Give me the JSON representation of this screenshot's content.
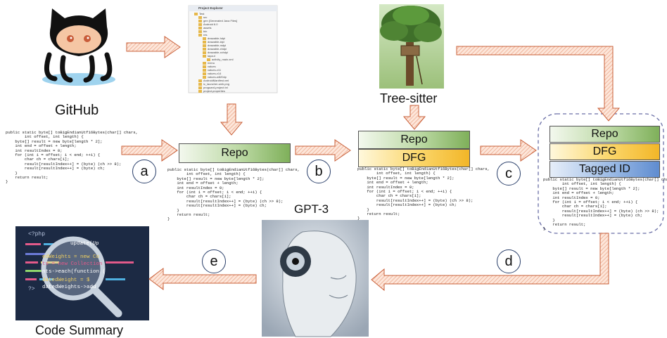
{
  "labels": {
    "github": "GitHub",
    "tree_sitter": "Tree-sitter",
    "gpt3": "GPT-3",
    "code_summary": "Code Summary"
  },
  "steps": [
    "a",
    "b",
    "c",
    "d",
    "e"
  ],
  "tags": {
    "repo": "Repo",
    "dfg": "DFG",
    "tagged_id": "Tagged ID"
  },
  "code_lines": [
    "public static byte[] toBigEndianUtf16Bytes(char[] chars,",
    "        int offset, int length) {",
    "    byte[] result = new byte[length * 2];",
    "    int end = offset + length;",
    "    int resultIndex = 0;",
    "    for (int i = offset; i < end; ++i) {",
    "        char ch = chars[i];",
    "        result[resultIndex++] = (byte) (ch >> 8);",
    "        result[resultIndex++] = (byte) ch;",
    "    }",
    "    return result;",
    "}"
  ],
  "project_explorer": {
    "title": "Project Explorer",
    "items": [
      "Test",
      "src",
      "gen [Generated Java Files]",
      "Android 6.0",
      "assets",
      "bin",
      "res",
      "drawable-hdpi",
      "drawable-ldpi",
      "drawable-mdpi",
      "drawable-xhdpi",
      "drawable-xxhdpi",
      "layout",
      "activity_main.xml",
      "menu",
      "values",
      "values-v11",
      "values-v14",
      "values-w820dp",
      "AndroidManifest.xml",
      "ic_launcher-web.png",
      "proguard-project.txt",
      "project.properties"
    ]
  },
  "code_summary_screen": {
    "php_tag": "<?php",
    "end_tag": "?>",
    "snippets": [
      "update(Up",
      "edWeights = new Co",
      "ts = new Collection",
      "nts->each(function (",
      "datedWeight = $",
      "datedWeights->add"
    ]
  },
  "colors": {
    "arrow_fill": "#fbe0d4",
    "arrow_stroke": "#c9603a",
    "repo": "#8fbf6a",
    "dfg": "#f5c03c",
    "tagged_id": "#6f9ad6",
    "dashed_border": "#6b6fa6",
    "summary_bg": "#1c2a44"
  }
}
